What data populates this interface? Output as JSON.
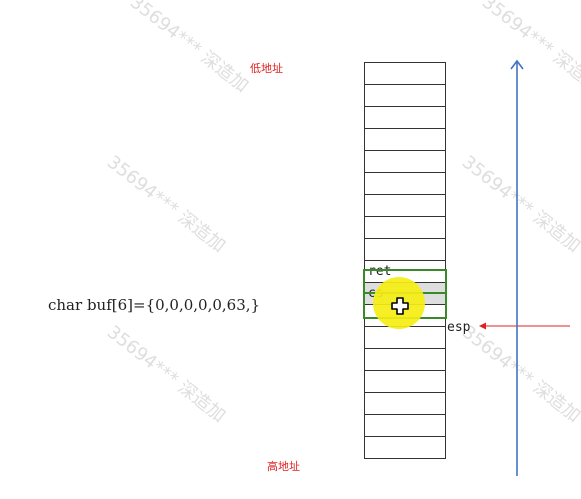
{
  "labels": {
    "low_address": "低地址",
    "high_address": "高地址"
  },
  "code": {
    "line": "char buf[6]={0,0,0,0,0,63,}"
  },
  "stack": {
    "cells": [
      "",
      "",
      "",
      "",
      "",
      "",
      "",
      "",
      "",
      "ret",
      "cs",
      "",
      "",
      "",
      "",
      "",
      "",
      ""
    ]
  },
  "pointer": {
    "label": "esp"
  },
  "watermark": {
    "text": "35694*** 深造加"
  },
  "colors": {
    "red": "#e02020",
    "green": "#3a8a2a",
    "blue_arrow": "#4472c4",
    "highlight_yellow": "#f5ee12"
  }
}
